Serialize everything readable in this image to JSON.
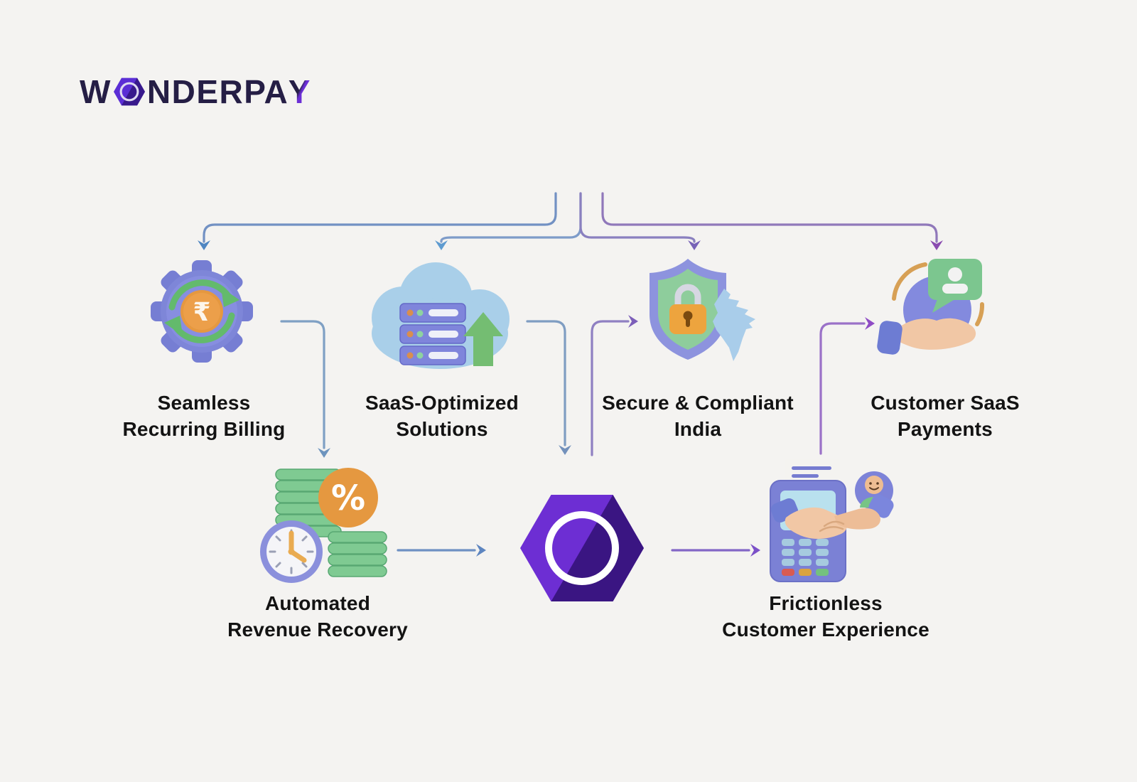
{
  "logo": {
    "w": "W",
    "nder": "NDER",
    "pa": "PA",
    "y": "Y"
  },
  "glyphs": {
    "rupee": "₹",
    "percent": "%"
  },
  "nodes": {
    "recurring_billing": {
      "line1": "Seamless",
      "line2": "Recurring Billing"
    },
    "saas_solutions": {
      "line1": "SaaS-Optimized",
      "line2": "Solutions"
    },
    "secure_compliant": {
      "line1": "Secure & Compliant",
      "line2": "India"
    },
    "customer_payments": {
      "line1": "Customer SaaS",
      "line2": "Payments"
    },
    "revenue_recovery": {
      "line1": "Automated",
      "line2": "Revenue Recovery"
    },
    "customer_experience": {
      "line1": "Frictionless",
      "line2": "Customer Experience"
    }
  },
  "colors": {
    "background": "#f4f3f1",
    "brand_dark": "#251e45",
    "brand_purple": "#5c2fd4",
    "hub_hex_light": "#6d2ed3",
    "hub_hex_dark": "#3a1582",
    "arrow_blue": "#5e90c6",
    "arrow_purple": "#8a4bb0",
    "icon_periwinkle": "#7e86d8",
    "icon_green": "#7cc68f",
    "icon_orange": "#e69a43",
    "icon_cloud_blue": "#a9cfe9"
  }
}
